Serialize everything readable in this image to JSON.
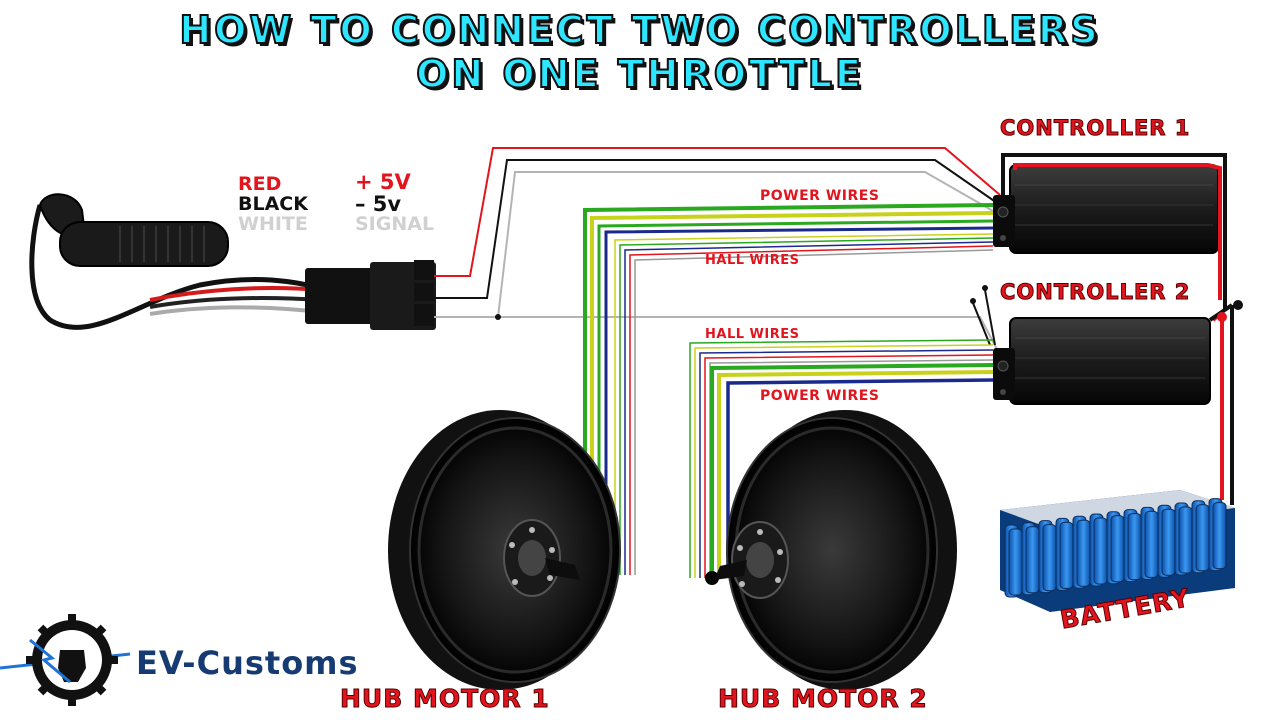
{
  "title": {
    "line1": "HOW TO CONNECT TWO CONTROLLERS",
    "line2": "ON ONE THROTTLE"
  },
  "legend": {
    "red": "RED",
    "black": "BLACK",
    "white": "WHITE",
    "plus": "+ 5V",
    "minus": "– 5v",
    "signal": "SIGNAL"
  },
  "labels": {
    "controller1": "CONTROLLER 1",
    "controller2": "CONTROLLER 2",
    "power_wires_1": "POWER WIRES",
    "hall_wires_1": "HALL WIRES",
    "hall_wires_2": "HALL WIRES",
    "power_wires_2": "POWER WIRES",
    "battery": "BATTERY",
    "hub_motor_1": "HUB MOTOR 1",
    "hub_motor_2": "HUB MOTOR 2"
  },
  "brand": {
    "name": "EV-Customs"
  },
  "colors": {
    "title": "#2ee6ff",
    "label_red": "#e2141d",
    "wire_red": "#e2141d",
    "wire_black": "#111111",
    "wire_white": "#b4b4b4",
    "phase_green": "#2aa81f",
    "phase_yellow": "#c9d21a",
    "phase_blue": "#1a2a8c",
    "battery_cell": "#1e73d8",
    "brand": "#163b73"
  }
}
